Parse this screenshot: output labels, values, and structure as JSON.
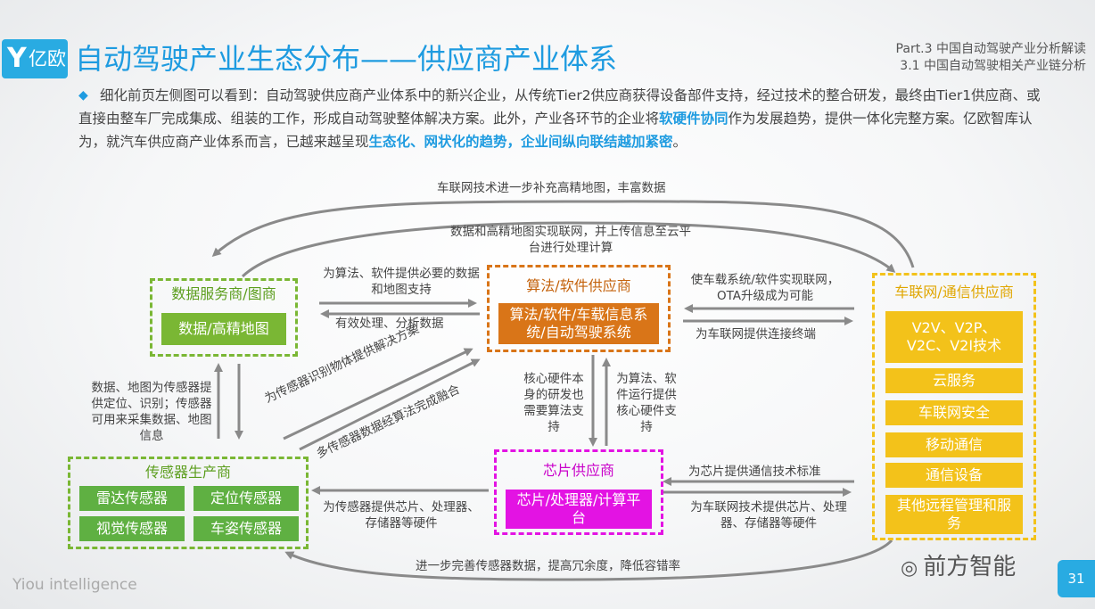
{
  "header": {
    "logo_mark": "Y",
    "logo_text": "亿欧",
    "title": "自动驾驶产业生态分布——供应商产业体系",
    "part_line1": "Part.3 中国自动驾驶产业分析解读",
    "part_line2": "3.1 中国自动驾驶相关产业链分析"
  },
  "intro": {
    "bullet": "◆",
    "text1": "细化前页左侧图可以看到：自动驾驶供应商产业体系中的新兴企业，从传统Tier2供应商获得设备部件支持，经过技术的整合研发，最终由Tier1供应商、或直接由整车厂完成集成、组装的工作，形成自动驾驶整体解决方案。此外，产业各环节的企业将",
    "hl1": "软硬件协同",
    "text2": "作为发展趋势，提供一体化完整方案。亿欧智库认为，就汽车供应商产业体系而言，已越来越呈现",
    "hl2": "生态化、网状化的趋势，企业间纵向联结越加紧密",
    "text3": "。"
  },
  "diagram": {
    "data_provider": {
      "title": "数据服务商/图商",
      "item": "数据/高精地图"
    },
    "algo_provider": {
      "title": "算法/软件供应商",
      "item": "算法/软件/车载信息系统/自动驾驶系统"
    },
    "iov_provider": {
      "title": "车联网/通信供应商",
      "items": [
        "V2V、V2P、V2C、V2I技术",
        "云服务",
        "车联网安全",
        "移动通信",
        "通信设备",
        "其他远程管理和服务"
      ]
    },
    "sensor_provider": {
      "title": "传感器生产商",
      "items": [
        "雷达传感器",
        "定位传感器",
        "视觉传感器",
        "车姿传感器"
      ]
    },
    "chip_provider": {
      "title": "芯片供应商",
      "item": "芯片/处理器/计算平台"
    },
    "labels": {
      "top_arc": "车联网技术进一步补充高精地图，丰富数据",
      "mid_arc": "数据和高精地图实现联网，并上传信息至云平台进行处理计算",
      "data_to_algo": "为算法、软件提供必要的数据和地图支持",
      "algo_to_data": "有效处理、分析数据",
      "iov_to_algo": "使车载系统/软件实现联网，OTA升级成为可能",
      "algo_to_iov": "为车联网提供连接终端",
      "data_sensor": "数据、地图为传感器提供定位、识别；传感器可用来采集数据、地图信息",
      "diag1": "为传感器识别物体提供解决方案",
      "diag2": "多传感器数据经算法完成融合",
      "chip_to_algo": "核心硬件本身的研发也需要算法支持",
      "algo_to_chip": "为算法、软件运行提供核心硬件支持",
      "iov_to_chip": "为芯片提供通信技术标准",
      "chip_to_iov": "为车联网技术提供芯片、处理器、存储器等硬件",
      "chip_to_sensor": "为传感器提供芯片、处理器、存储器等硬件",
      "bottom_arc": "进一步完善传感器数据，提高冗余度，降低容错率"
    }
  },
  "footer": {
    "brand": "Yiou intelligence",
    "page": "31",
    "watermark": "前方智能"
  },
  "colors": {
    "accent": "#1e9be0",
    "green": "#7ab734",
    "orange": "#d97518",
    "yellow": "#f3c21a",
    "magenta": "#e313e3"
  }
}
